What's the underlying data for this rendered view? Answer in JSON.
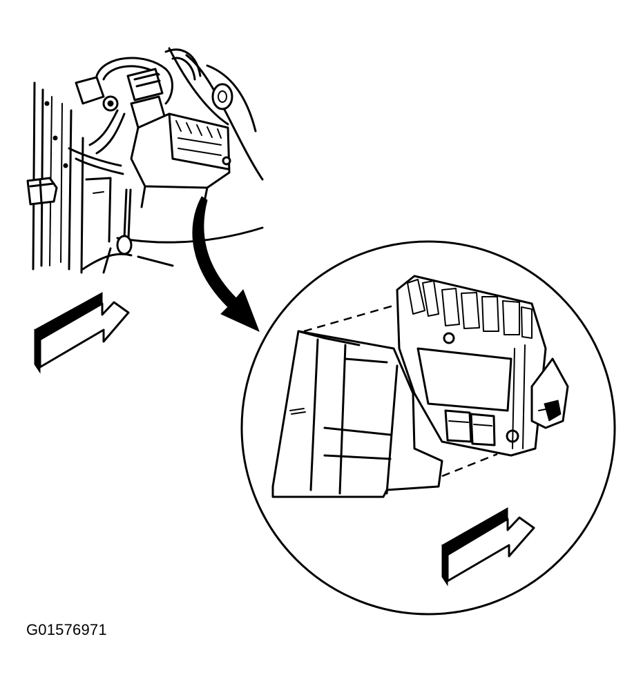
{
  "figure": {
    "id_label": "G01576971"
  },
  "colors": {
    "ink": "#000000",
    "paper": "#ffffff"
  },
  "icons": {
    "view_arrow_left": "view-direction-arrow",
    "view_arrow_right": "view-direction-arrow",
    "detail_arrow": "curved-arrow"
  }
}
